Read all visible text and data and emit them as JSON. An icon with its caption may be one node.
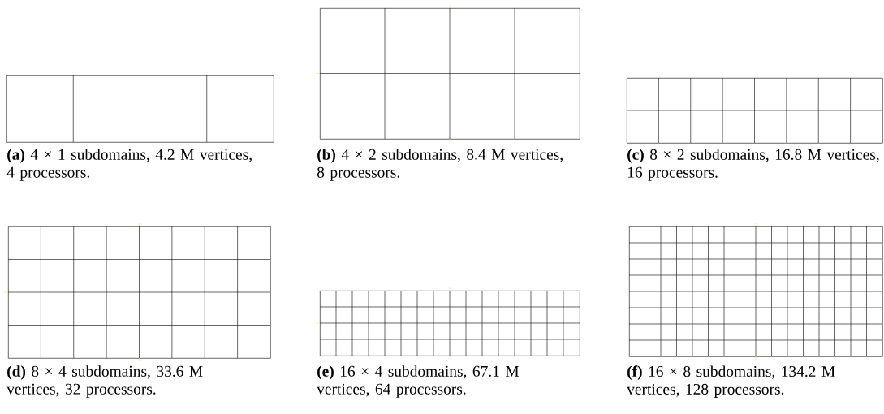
{
  "diagram": {
    "nodes": [
      {
        "text": [],
        "shape": "box",
        "beside": [
          "**(a)** 4 × 1 subdomains, 4.2 M vertices, 4 processors."
        ]
      },
      {
        "text": [],
        "shape": "box",
        "beside": [
          "**(b)** 4 × 2 subdomains, 8.4 M vertices, 8 processors."
        ]
      },
      {
        "text": [],
        "shape": "box",
        "beside": [
          "**(c)** 8 × 2 subdomains, 16.8 M vertices, 16 processors."
        ]
      },
      {
        "text": [],
        "shape": "box",
        "beside": [
          "**(d)** 8 × 4 subdomains, 33.6 M vertices, 32 processors."
        ]
      },
      {
        "text": [],
        "shape": "box",
        "beside": [
          "**(e)** 16 × 4 subdomains, 67.1 M vertices, 64 processors."
        ]
      },
      {
        "text": [],
        "shape": "box",
        "beside": [
          "**(f)** 16 × 8 subdomains, 134.2 M vertices, 128 processors."
        ]
      }
    ]
  }
}
